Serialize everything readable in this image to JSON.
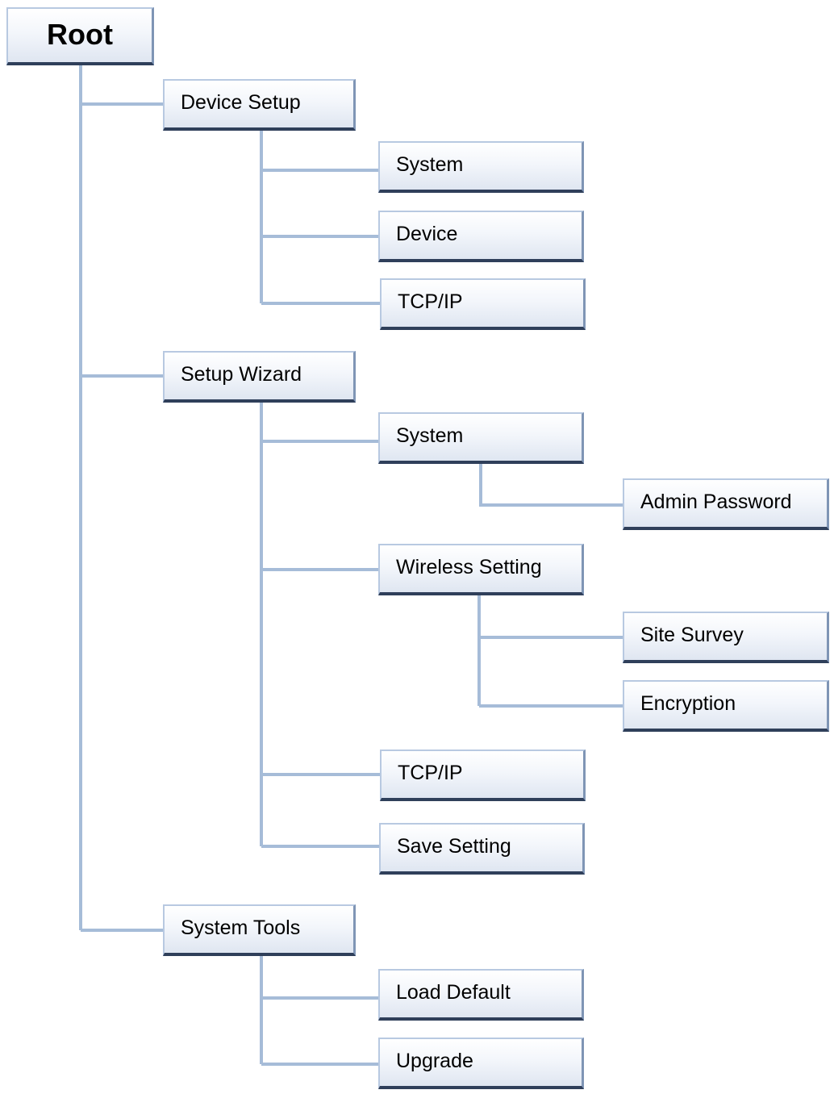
{
  "tree": {
    "root": "Root",
    "device_setup": {
      "label": "Device Setup",
      "system": "System",
      "device": "Device",
      "tcpip": "TCP/IP"
    },
    "setup_wizard": {
      "label": "Setup Wizard",
      "system": "System",
      "admin_password": "Admin Password",
      "wireless_setting": "Wireless Setting",
      "site_survey": "Site Survey",
      "encryption": "Encryption",
      "tcpip": "TCP/IP",
      "save_setting": "Save Setting"
    },
    "system_tools": {
      "label": "System Tools",
      "load_default": "Load Default",
      "upgrade": "Upgrade"
    }
  },
  "colors": {
    "connector": "#a6bcd8",
    "node_bottom_border": "#2f3f5a"
  }
}
